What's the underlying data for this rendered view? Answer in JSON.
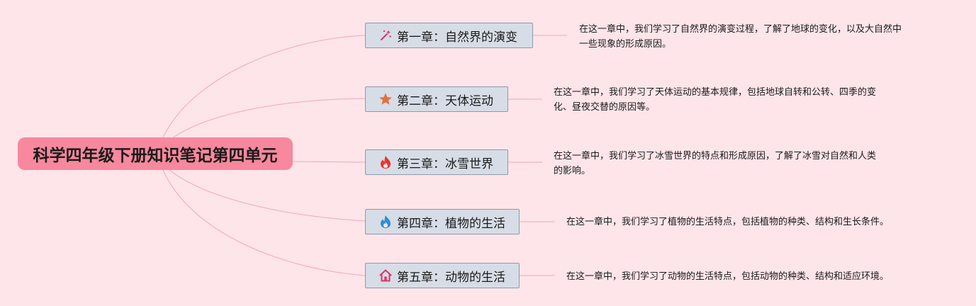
{
  "root": {
    "title": "科学四年级下册知识笔记第四单元"
  },
  "chapters": [
    {
      "label": "第一章：自然界的演变",
      "icon": "magic-wand-icon",
      "icon_color": "#e0306b",
      "note_lines": [
        "在这一章中，我们学习了自然界的演变过程，了解了地球的变化，以及大自然中",
        "一些现象的形成原因。"
      ]
    },
    {
      "label": "第二章：天体运动",
      "icon": "star-icon",
      "icon_color": "#e2703a",
      "note_lines": [
        "在这一章中，我们学习了天体运动的基本规律，包括地球自转和公转、四季的变",
        "化、昼夜交替的原因等。"
      ]
    },
    {
      "label": "第三章：冰雪世界",
      "icon": "fire-icon",
      "icon_color": "#e8362d",
      "note_lines": [
        "在这一章中，我们学习了冰雪世界的特点和形成原因，了解了冰雪对自然和人类",
        "的影响。"
      ]
    },
    {
      "label": "第四章：植物的生活",
      "icon": "water-flame-icon",
      "icon_color": "#2b8fd6",
      "note_lines": [
        "在这一章中，我们学习了植物的生活特点，包括植物的种类、结构和生长条件。"
      ]
    },
    {
      "label": "第五章：动物的生活",
      "icon": "home-icon",
      "icon_color": "#e0306b",
      "note_lines": [
        "在这一章中，我们学习了动物的生活特点，包括动物的种类、结构和适应环境。"
      ]
    }
  ],
  "colors": {
    "background": "#fde5ea",
    "root_fill": "#f7889d",
    "chapter_fill": "#d6dde6",
    "connector": "#f3a6b8"
  }
}
